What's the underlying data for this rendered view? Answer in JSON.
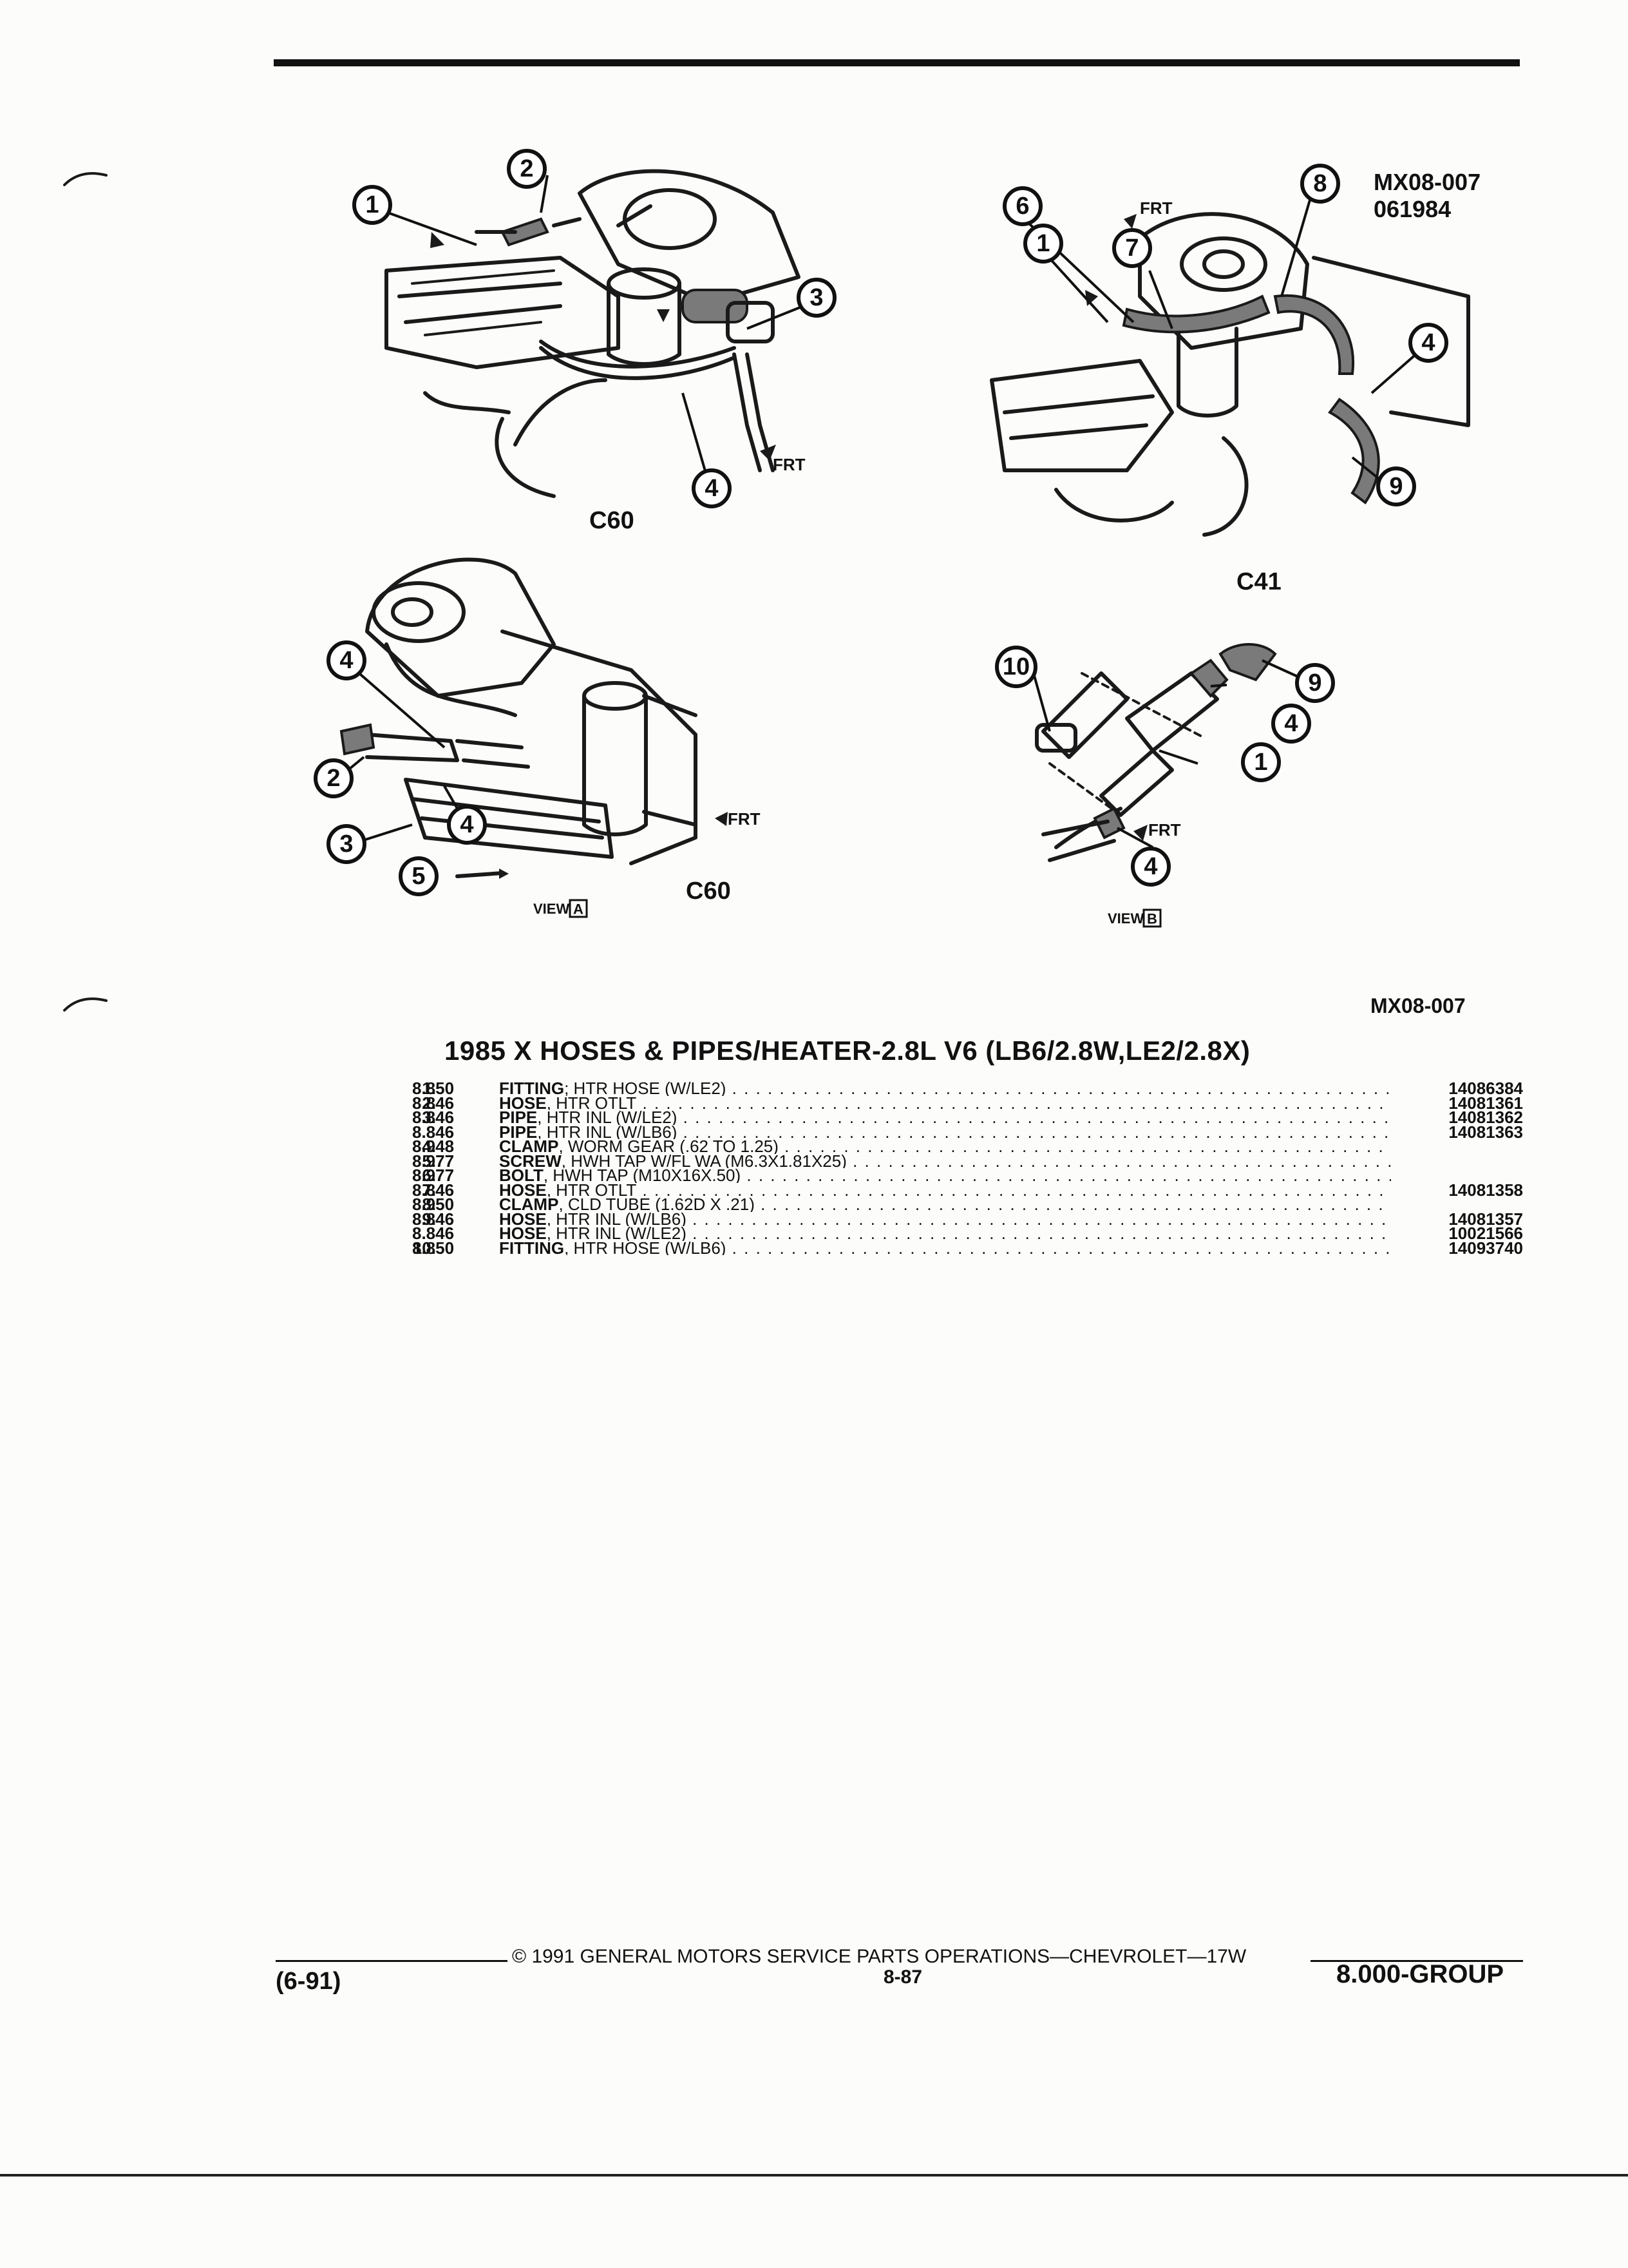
{
  "reference": {
    "code_top": "MX08-007",
    "date_top": "061984",
    "code_bottom": "MX08-007"
  },
  "diagrams": {
    "labels": {
      "c60_top": "C60",
      "c41": "C41",
      "c60_bottom": "C60",
      "frt": "FRT",
      "view_word": "VIEW",
      "view_a": "A",
      "view_b": "B"
    },
    "callouts": {
      "one": "1",
      "two": "2",
      "three": "3",
      "four": "4",
      "five": "5",
      "six": "6",
      "seven": "7",
      "eight": "8",
      "nine": "9",
      "ten": "10"
    }
  },
  "section": {
    "title": "1985 X HOSES & PIPES/HEATER-2.8L V6 (LB6/2.8W,LE2/2.8X)"
  },
  "parts": [
    {
      "num": "1.",
      "group": "8.850",
      "name": "FITTING",
      "desc": "; HTR HOSE (W/LE2)",
      "part": "14086384"
    },
    {
      "num": "2.",
      "group": "8.846",
      "name": "HOSE",
      "desc": ", HTR OTLT",
      "part": "14081361"
    },
    {
      "num": "3.",
      "group": "8.846",
      "name": "PIPE",
      "desc": ", HTR INL (W/LE2)",
      "part": "14081362"
    },
    {
      "num": "",
      "group": "8.846",
      "name": "PIPE",
      "desc": ", HTR INL (W/LB6)",
      "part": "14081363"
    },
    {
      "num": "4.",
      "group": "8.948",
      "name": "CLAMP",
      "desc": ", WORM GEAR (.62 TO 1.25)",
      "part": ""
    },
    {
      "num": "5.",
      "group": "8.977",
      "name": "SCREW",
      "desc": ", HWH TAP W/FL WA (M6.3X1.81X25)",
      "part": ""
    },
    {
      "num": "6.",
      "group": "8.977",
      "name": "BOLT",
      "desc": ", HWH TAP (M10X16X.50)",
      "part": ""
    },
    {
      "num": "7.",
      "group": "8.846",
      "name": "HOSE",
      "desc": ", HTR OTLT",
      "part": "14081358"
    },
    {
      "num": "8.",
      "group": "8.950",
      "name": "CLAMP",
      "desc": ", CLD TUBE (1.62D X .21)",
      "part": ""
    },
    {
      "num": "9.",
      "group": "8.846",
      "name": "HOSE",
      "desc": ", HTR INL (W/LB6)",
      "part": "14081357"
    },
    {
      "num": "",
      "group": "8.846",
      "name": "HOSE",
      "desc": ", HTR INL (W/LE2)",
      "part": "10021566"
    },
    {
      "num": "10.",
      "group": "8.850",
      "name": "FITTING",
      "desc": ", HTR HOSE (W/LB6)",
      "part": "14093740"
    }
  ],
  "footer": {
    "copyright": "© 1991 GENERAL MOTORS SERVICE PARTS OPERATIONS—CHEVROLET—17W",
    "page_number": "8-87",
    "date_code": "(6-91)",
    "group": "8.000-GROUP"
  }
}
